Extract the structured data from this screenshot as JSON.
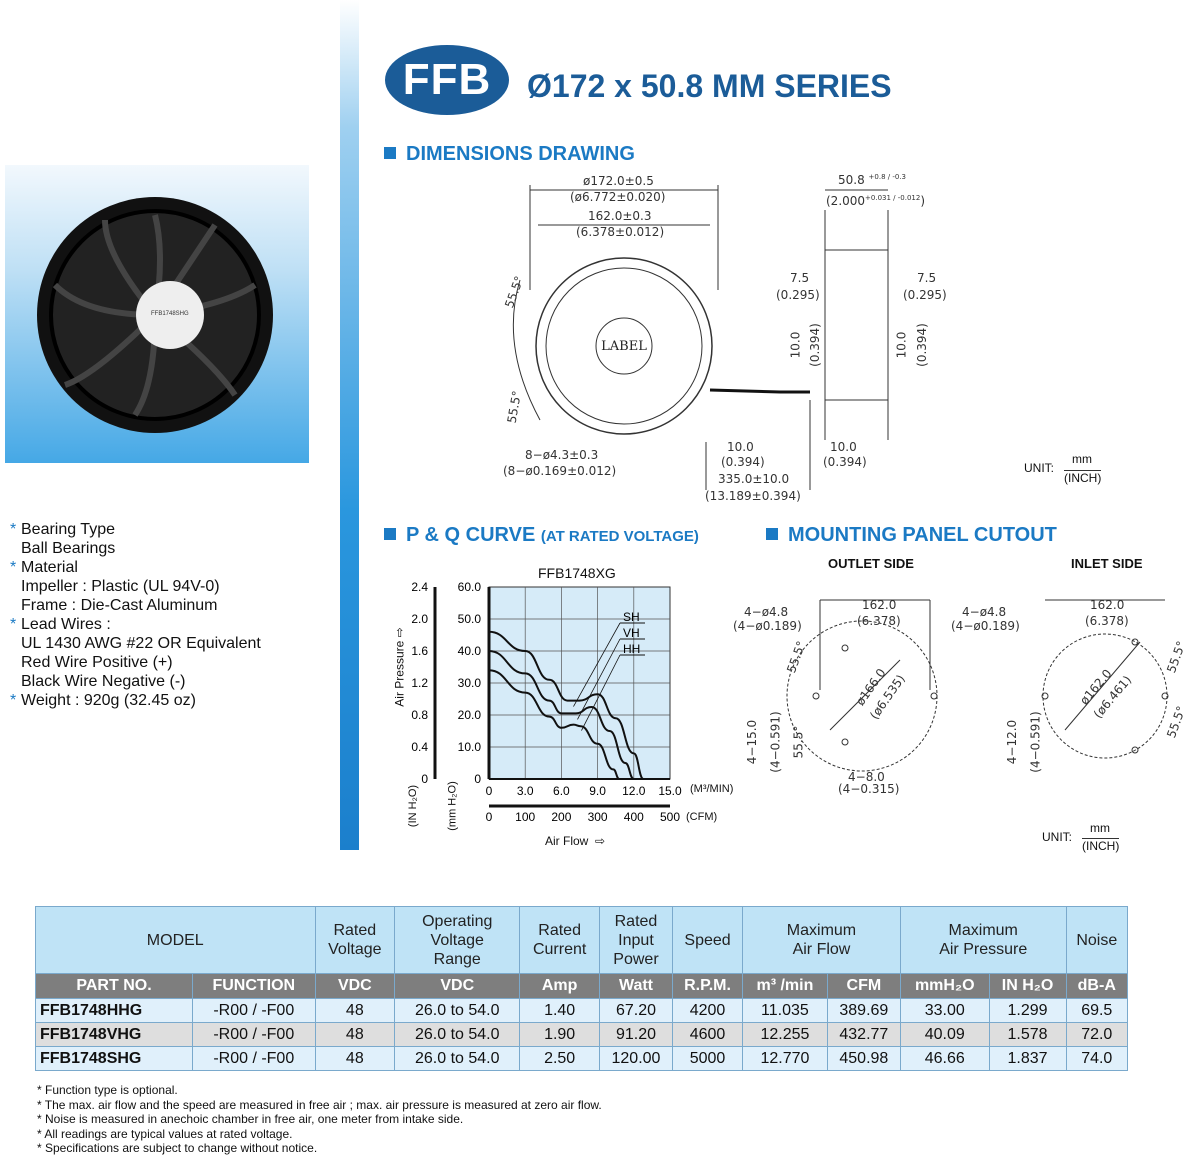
{
  "header": {
    "logo": "FFB",
    "title": "Ø172 x 50.8 MM SERIES"
  },
  "sections": {
    "dimensions": "DIMENSIONS DRAWING",
    "pq": "P & Q CURVE",
    "pq_sub": "(AT RATED VOLTAGE)",
    "mounting": "MOUNTING PANEL CUTOUT"
  },
  "photo_label": {
    "model": "FFB1748SHG"
  },
  "specs": [
    {
      "head": "Bearing Type",
      "lines": [
        "Ball Bearings"
      ]
    },
    {
      "head": "Material",
      "lines": [
        "Impeller : Plastic (UL 94V-0)",
        "Frame : Die-Cast Aluminum"
      ]
    },
    {
      "head": "Lead Wires :",
      "lines": [
        "UL 1430 AWG #22 OR Equivalent",
        "Red Wire Positive (+)",
        "Black Wire Negative (-)"
      ]
    },
    {
      "head": "Weight : 920g (32.45 oz)",
      "lines": []
    }
  ],
  "dimensions": {
    "d1": "ø172.0±0.5",
    "d1i": "(ø6.772±0.020)",
    "d2": "162.0±0.3",
    "d2i": "(6.378±0.012)",
    "depth": "50.8",
    "depth_tol": "+0.8 / -0.3",
    "depth_i": "(2.000",
    "depth_i_tol": "+0.031 / -0.012",
    "angle1": "55.5°",
    "angle2": "55.5°",
    "hole": "8−ø4.3±0.3",
    "hole_i": "(8−ø0.169±0.012)",
    "label": "LABEL",
    "l1": "10.0",
    "l1i": "(0.394)",
    "lead": "335.0±10.0",
    "lead_i": "(13.189±0.394)",
    "r1": "10.0",
    "r1i": "(0.394)",
    "s1": "7.5",
    "s1i": "(0.295)",
    "s2": "7.5",
    "s2i": "(0.295)",
    "v1": "10.0",
    "v1i": "(0.394)",
    "v2": "10.0",
    "v2i": "(0.394)",
    "unit": "UNIT:",
    "unit_mm": "mm",
    "unit_inch": "(INCH)"
  },
  "mounting": {
    "outlet": {
      "title": "OUTLET SIDE",
      "hole": "4−ø4.8",
      "hole_i": "(4−ø0.189)",
      "w": "162.0",
      "wi": "(6.378)",
      "dia": "ø166.0",
      "diai": "(ø6.535)",
      "a1": "55.5°",
      "a2": "55.5°",
      "h": "4−15.0",
      "hi": "(4−0.591)",
      "b": "4−8.0",
      "bi": "(4−0.315)"
    },
    "inlet": {
      "title": "INLET SIDE",
      "hole": "4−ø4.8",
      "hole_i": "(4−ø0.189)",
      "w": "162.0",
      "wi": "(6.378)",
      "dia": "ø162.0",
      "diai": "(ø6.461)",
      "a1": "55.5°",
      "a2": "55.5°",
      "h": "4−12.0",
      "hi": "(4−0.591)"
    },
    "unit": "UNIT:",
    "unit_mm": "mm",
    "unit_inch": "(INCH)"
  },
  "chart_data": {
    "type": "line",
    "title": "FFB1748XG",
    "xlabel": "Air Flow",
    "x_unit": "(M³/MIN)",
    "x2_unit": "(CFM)",
    "ylabel": "Air Pressure",
    "y_unit": "(mm H₂O)",
    "y2_unit": "(IN H₂O)",
    "xlim": [
      0,
      15
    ],
    "ylim": [
      0,
      60
    ],
    "x_ticks": [
      "0",
      "3.0",
      "6.0",
      "9.0",
      "12.0",
      "15.0"
    ],
    "x2_ticks": [
      "0",
      "100",
      "200",
      "300",
      "400",
      "500"
    ],
    "y_ticks": [
      "0",
      "10.0",
      "20.0",
      "30.0",
      "40.0",
      "50.0",
      "60.0"
    ],
    "y2_ticks": [
      "0",
      "0.4",
      "0.8",
      "1.2",
      "1.6",
      "2.0",
      "2.4"
    ],
    "grid": true,
    "series": [
      {
        "name": "SH",
        "points": [
          [
            0,
            46
          ],
          [
            3,
            40
          ],
          [
            5,
            31
          ],
          [
            6.5,
            24.5
          ],
          [
            7.5,
            24.5
          ],
          [
            9,
            26.5
          ],
          [
            10.5,
            19
          ],
          [
            12,
            8
          ],
          [
            12.8,
            0
          ]
        ]
      },
      {
        "name": "VH",
        "points": [
          [
            0,
            40
          ],
          [
            3,
            33
          ],
          [
            5,
            24.5
          ],
          [
            6,
            20.5
          ],
          [
            7.2,
            20.5
          ],
          [
            8.5,
            22.5
          ],
          [
            10,
            15
          ],
          [
            11.3,
            5
          ],
          [
            12,
            0
          ]
        ]
      },
      {
        "name": "HH",
        "points": [
          [
            0,
            34
          ],
          [
            3,
            27
          ],
          [
            5,
            19.5
          ],
          [
            6,
            16
          ],
          [
            7,
            17
          ],
          [
            7.6,
            16.5
          ],
          [
            9,
            11
          ],
          [
            10.3,
            3
          ],
          [
            10.8,
            0
          ]
        ]
      }
    ]
  },
  "table": {
    "head1": [
      "MODEL",
      "Rated\nVoltage",
      "Operating\nVoltage\nRange",
      "Rated\nCurrent",
      "Rated\nInput\nPower",
      "Speed",
      "Maximum\nAir Flow",
      "Maximum\nAir Pressure",
      "Noise"
    ],
    "head2": [
      "PART NO.",
      "FUNCTION",
      "VDC",
      "VDC",
      "Amp",
      "Watt",
      "R.P.M.",
      "m³ /min",
      "CFM",
      "mmH₂O",
      "IN H₂O",
      "dB-A"
    ],
    "rows": [
      [
        "FFB1748HHG",
        "-R00 / -F00",
        "48",
        "26.0 to 54.0",
        "1.40",
        "67.20",
        "4200",
        "11.035",
        "389.69",
        "33.00",
        "1.299",
        "69.5"
      ],
      [
        "FFB1748VHG",
        "-R00 / -F00",
        "48",
        "26.0 to 54.0",
        "1.90",
        "91.20",
        "4600",
        "12.255",
        "432.77",
        "40.09",
        "1.578",
        "72.0"
      ],
      [
        "FFB1748SHG",
        "-R00 / -F00",
        "48",
        "26.0 to 54.0",
        "2.50",
        "120.00",
        "5000",
        "12.770",
        "450.98",
        "46.66",
        "1.837",
        "74.0"
      ]
    ]
  },
  "notes": [
    "* Function type is optional.",
    "* The max. air flow and the speed are measured in free air ; max. air pressure is measured at zero air flow.",
    "* Noise is measured in anechoic chamber in free air, one meter from intake side.",
    "* All readings are typical values at rated voltage.",
    "* Specifications are subject to change without notice."
  ],
  "colors": {
    "brand": "#1b5c98",
    "accent": "#1b7ac4",
    "table_head": "#bfe3f6",
    "plot_bg": "#d6ebf8"
  }
}
